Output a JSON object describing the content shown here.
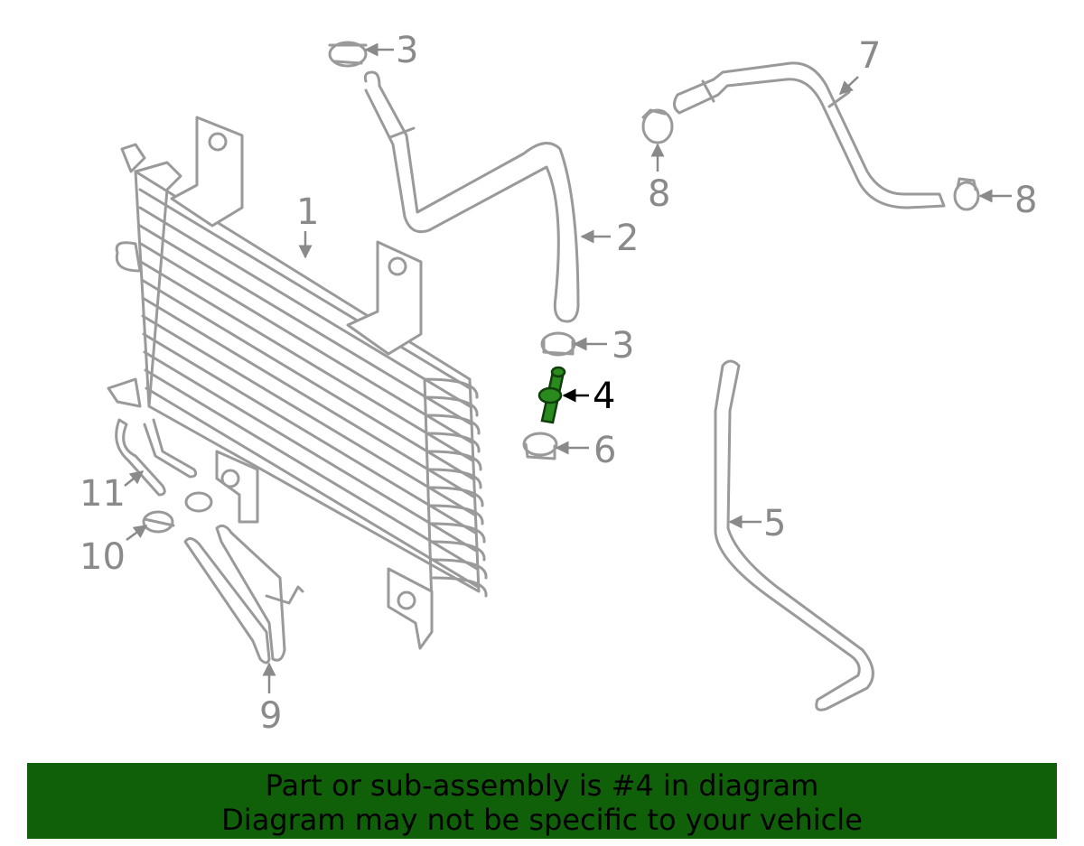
{
  "diagram": {
    "highlighted_part": "4",
    "highlight_color": "#2a8a1e",
    "line_color": "#9a9a9a",
    "callouts": {
      "c1": "1",
      "c2": "2",
      "c3a": "3",
      "c3b": "3",
      "c4": "4",
      "c5": "5",
      "c6": "6",
      "c7": "7",
      "c8a": "8",
      "c8b": "8",
      "c9": "9",
      "c10": "10",
      "c11": "11"
    }
  },
  "banner": {
    "line1": "Part or sub-assembly is #4 in diagram",
    "line2": "Diagram may not be specific to your vehicle",
    "background": "#10600a"
  }
}
